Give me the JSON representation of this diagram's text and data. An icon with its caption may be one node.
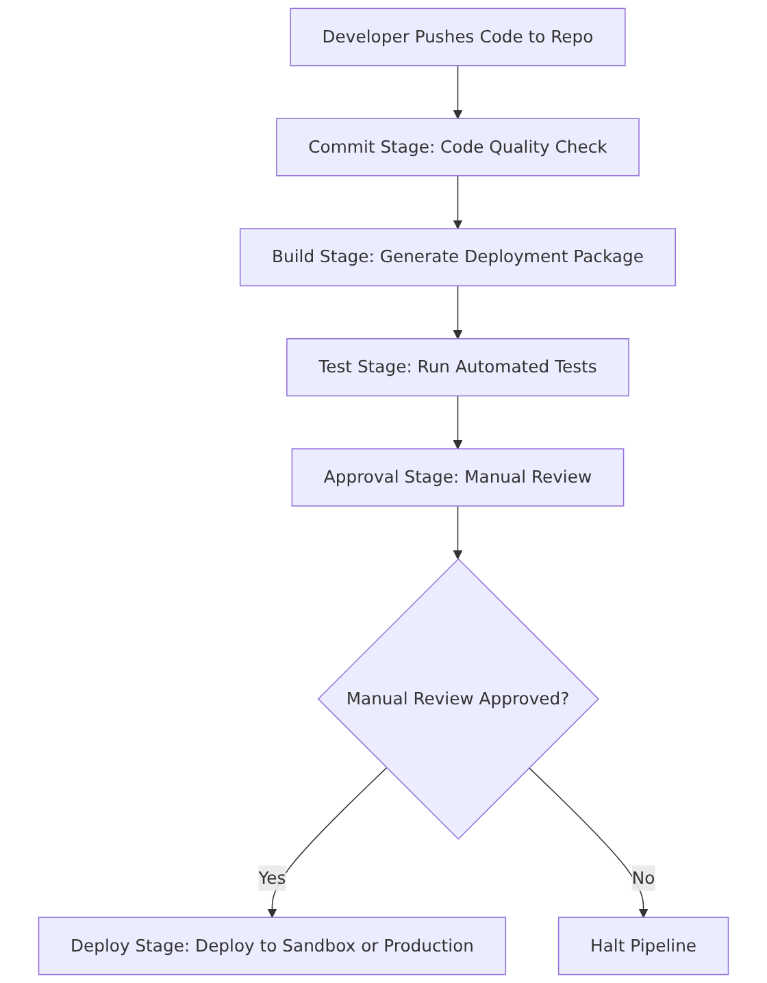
{
  "diagram": {
    "nodes": [
      {
        "text": [
          "Developer Pushes Code to Repo"
        ]
      },
      {
        "text": [
          "Commit Stage: Code Quality Check"
        ]
      },
      {
        "text": [
          "Build Stage: Generate Deployment Package"
        ]
      },
      {
        "text": [
          "Test Stage: Run Automated Tests"
        ]
      },
      {
        "text": [
          "Approval Stage: Manual Review"
        ]
      },
      {
        "text": [
          "Manual Review Approved?"
        ]
      },
      {
        "text": [
          "Deploy Stage: Deploy to Sandbox or Production"
        ]
      },
      {
        "text": [
          "Halt Pipeline"
        ]
      }
    ],
    "edges": [
      {
        "from": 0,
        "to": 1,
        "arrow": "to"
      },
      {
        "from": 1,
        "to": 2,
        "arrow": "to"
      },
      {
        "from": 2,
        "to": 3,
        "arrow": "to"
      },
      {
        "from": 3,
        "to": 4,
        "arrow": "to"
      },
      {
        "from": 4,
        "to": 5,
        "arrow": "to"
      },
      {
        "from": 5,
        "to": 6,
        "label": "Yes",
        "arrow": "to"
      },
      {
        "from": 5,
        "to": 7,
        "label": "No",
        "arrow": "to"
      }
    ]
  }
}
